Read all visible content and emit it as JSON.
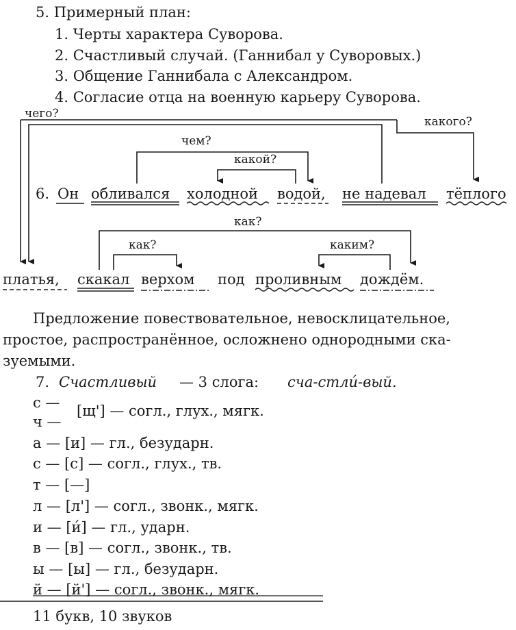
{
  "plan": {
    "heading": "5. Примерный план:",
    "items": [
      "1. Черты характера Суворова.",
      "2. Счастливый случай. (Ганнибал у Суворовых.)",
      "3. Общение Ганнибала с Александром.",
      "4. Согласие отца на военную карьеру Суворова."
    ]
  },
  "parse": {
    "number": "6.",
    "line1": {
      "w_on": "Он",
      "w_oblivalsya": "обливался",
      "w_holodnoy": "холодной",
      "w_vodoy": "водой,",
      "w_ne_nadeval": "не надевал",
      "w_teplogo": "тёплого"
    },
    "line2": {
      "w_platya": "платья,",
      "w_skakal": "скакал",
      "w_verhom": "верхом",
      "w_pod": "под",
      "w_prolivnym": "проливным",
      "w_dozhdem": "дождём."
    },
    "questions": {
      "chego": "чего?",
      "kakogo": "какого?",
      "chem": "чем?",
      "kakoy": "какой?",
      "kak_top": "как?",
      "kak_small": "как?",
      "kakim": "каким?"
    },
    "description": [
      "Предложение повествовательное, невосклицательное,",
      "простое, распространённое, осложнено однородными ска-",
      "зуемыми."
    ]
  },
  "phonetic": {
    "heading_num": "7.",
    "word": "Счастливый",
    "dash_syllables": "— 3 слога:",
    "syllables": "сча-стли́-вый.",
    "sch_letter1": "с —",
    "sch_letter2": "ч —",
    "sch_sound": "[щ'] — согл., глух., мягк.",
    "rows": [
      "а — [и] — гл., безударн.",
      "с — [с] — согл., глух., тв.",
      "т — [—]",
      "л — [л'] — согл., звонк., мягк.",
      "и — [и́] — гл., ударн.",
      "в — [в] — согл., звонк., тв.",
      "ы — [ы] — гл., безударн.",
      "й — [й'] — согл., звонк., мягк."
    ],
    "total": "11 букв, 10 звуков"
  }
}
